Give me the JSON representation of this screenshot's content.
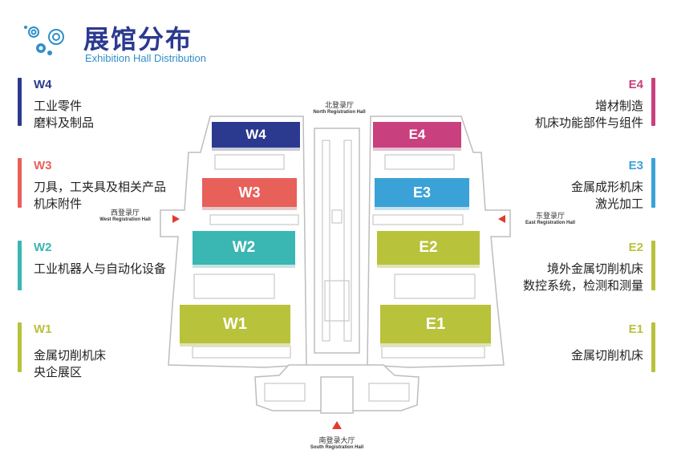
{
  "header": {
    "title_zh": "展馆分布",
    "title_en": "Exhibition Hall Distribution"
  },
  "legend_left": [
    {
      "code": "W4",
      "color": "#2b3a8f",
      "lines": [
        "工业零件",
        "磨料及制品"
      ]
    },
    {
      "code": "W3",
      "color": "#e8605a",
      "lines": [
        "刀具，工夹具及相关产品",
        "机床附件"
      ]
    },
    {
      "code": "W2",
      "color": "#3ab6b3",
      "lines": [
        "工业机器人与自动化设备"
      ]
    },
    {
      "code": "W1",
      "color": "#b8c23a",
      "lines": [
        "金属切削机床",
        "央企展区"
      ]
    }
  ],
  "legend_right": [
    {
      "code": "E4",
      "color": "#c9407e",
      "lines": [
        "增材制造",
        "机床功能部件与组件"
      ]
    },
    {
      "code": "E3",
      "color": "#3aa2d6",
      "lines": [
        "金属成形机床",
        "激光加工"
      ]
    },
    {
      "code": "E2",
      "color": "#b8c23a",
      "lines": [
        "境外金属切削机床",
        "数控系统，检测和测量"
      ]
    },
    {
      "code": "E1",
      "color": "#b8c23a",
      "lines": [
        "金属切削机床"
      ]
    }
  ],
  "halls": {
    "W4": {
      "label": "W4",
      "color": "#2b3a8f"
    },
    "W3": {
      "label": "W3",
      "color": "#e8605a"
    },
    "W2": {
      "label": "W2",
      "color": "#3ab6b3"
    },
    "W1": {
      "label": "W1",
      "color": "#b8c23a"
    },
    "E4": {
      "label": "E4",
      "color": "#c9407e"
    },
    "E3": {
      "label": "E3",
      "color": "#3aa2d6"
    },
    "E2": {
      "label": "E2",
      "color": "#b8c23a"
    },
    "E1": {
      "label": "E1",
      "color": "#b8c23a"
    }
  },
  "registration": {
    "north": {
      "zh": "北登录厅",
      "en": "North Registration Hall"
    },
    "west": {
      "zh": "西登录厅",
      "en": "West Registration Hall"
    },
    "east": {
      "zh": "东登录厅",
      "en": "East Registration Hall"
    },
    "south": {
      "zh": "南登录大厅",
      "en": "South Registration Hall"
    }
  },
  "colors": {
    "arrow": "#e23b2e",
    "outline": "#bcbcbc"
  }
}
